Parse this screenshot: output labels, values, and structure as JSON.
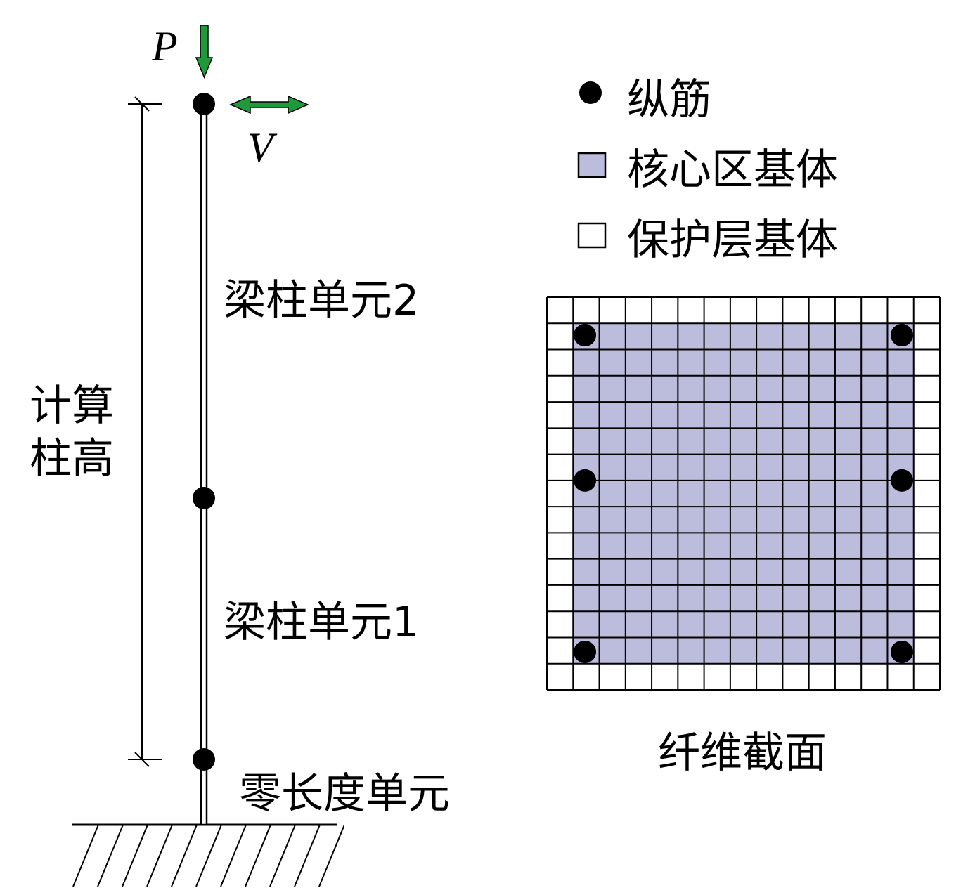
{
  "colors": {
    "arrow_green": "#1f9a3a",
    "core_fill": "#bcbcdc",
    "cover_fill": "#ffffff",
    "line": "#000000"
  },
  "column": {
    "load_vertical_label": "P",
    "load_horizontal_label": "V",
    "element_upper_label": "梁柱单元2",
    "element_lower_label": "梁柱单元1",
    "height_label_line1": "计算",
    "height_label_line2": "柱高",
    "zero_length_label": "零长度单元"
  },
  "legend": {
    "items": [
      {
        "symbol": "filled-circle",
        "label": "纵筋"
      },
      {
        "symbol": "core-square",
        "label": "核心区基体"
      },
      {
        "symbol": "cover-square",
        "label": "保护层基体"
      }
    ]
  },
  "section": {
    "caption": "纤维截面",
    "grid_cells": 15,
    "cover_layers": 1,
    "rebar_count": 6,
    "icons": [
      "filled-circle-icon",
      "core-square-icon",
      "cover-square-icon"
    ]
  }
}
